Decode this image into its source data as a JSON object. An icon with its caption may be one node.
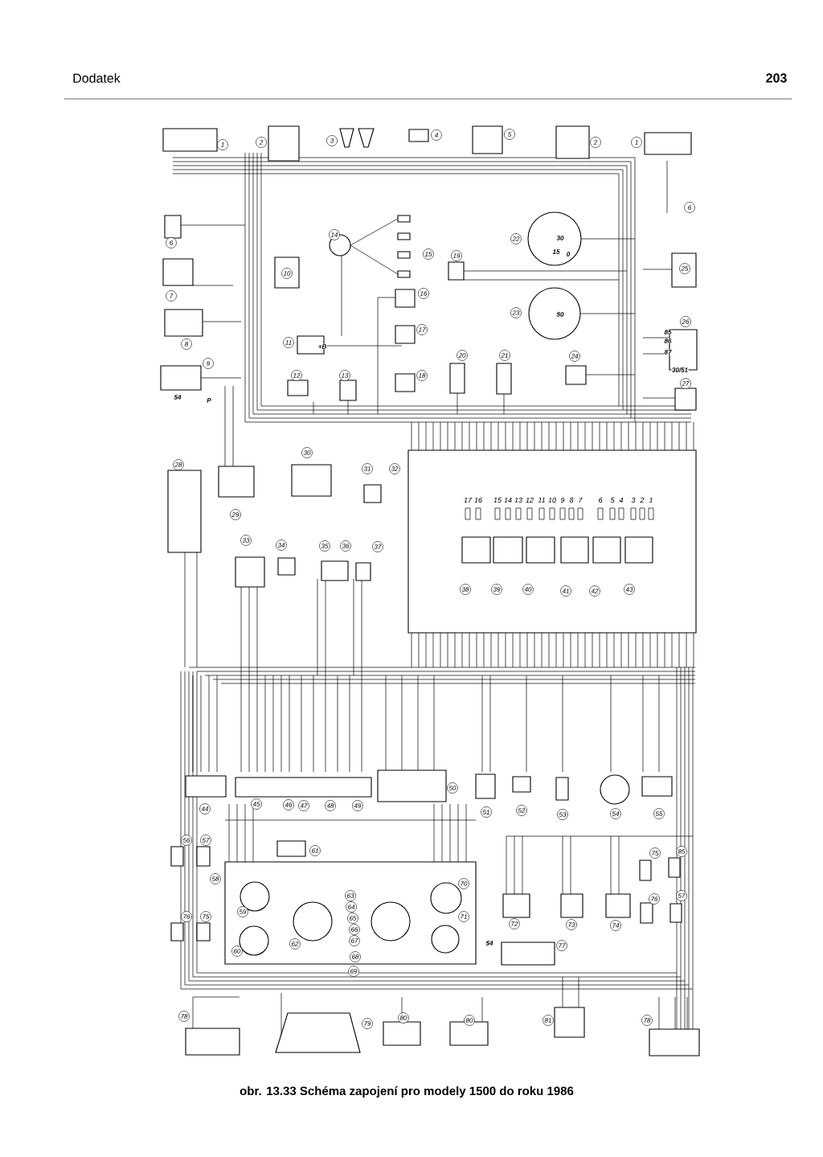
{
  "diagram": {
    "caption": "obr. 13.33 Schéma zapojení pro modely 1500 do roku 1986",
    "labels": [
      "Dodatek",
      "203",
      "1",
      "2",
      "3",
      "4",
      "5",
      "2",
      "1",
      "6",
      "6",
      "14",
      "22",
      "15",
      "19",
      "25",
      "10",
      "7",
      "16",
      "23",
      "26",
      "17",
      "8",
      "11",
      "20",
      "21",
      "24",
      "9",
      "12",
      "13",
      "18",
      "27",
      "30",
      "28",
      "31",
      "32",
      "29",
      "33",
      "34",
      "35",
      "36",
      "37",
      "38",
      "39",
      "40",
      "41",
      "42",
      "43",
      "50",
      "44",
      "45",
      "46",
      "47",
      "48",
      "49",
      "51",
      "52",
      "53",
      "54",
      "55",
      "56",
      "57",
      "61",
      "75",
      "85",
      "58",
      "70",
      "63",
      "57",
      "76",
      "64",
      "59",
      "76",
      "75",
      "65",
      "71",
      "72",
      "73",
      "74",
      "66",
      "67",
      "62",
      "77",
      "60",
      "68",
      "69",
      "78",
      "79",
      "80",
      "80",
      "81",
      "78",
      "17",
      "16",
      "15",
      "14",
      "13",
      "12",
      "11",
      "10",
      "9",
      "8",
      "7",
      "6",
      "5",
      "4",
      "3",
      "2",
      "1",
      "30",
      "15",
      "0",
      "50",
      "85",
      "86",
      "87",
      "30/51",
      "+B",
      "54",
      "P",
      "54"
    ]
  }
}
